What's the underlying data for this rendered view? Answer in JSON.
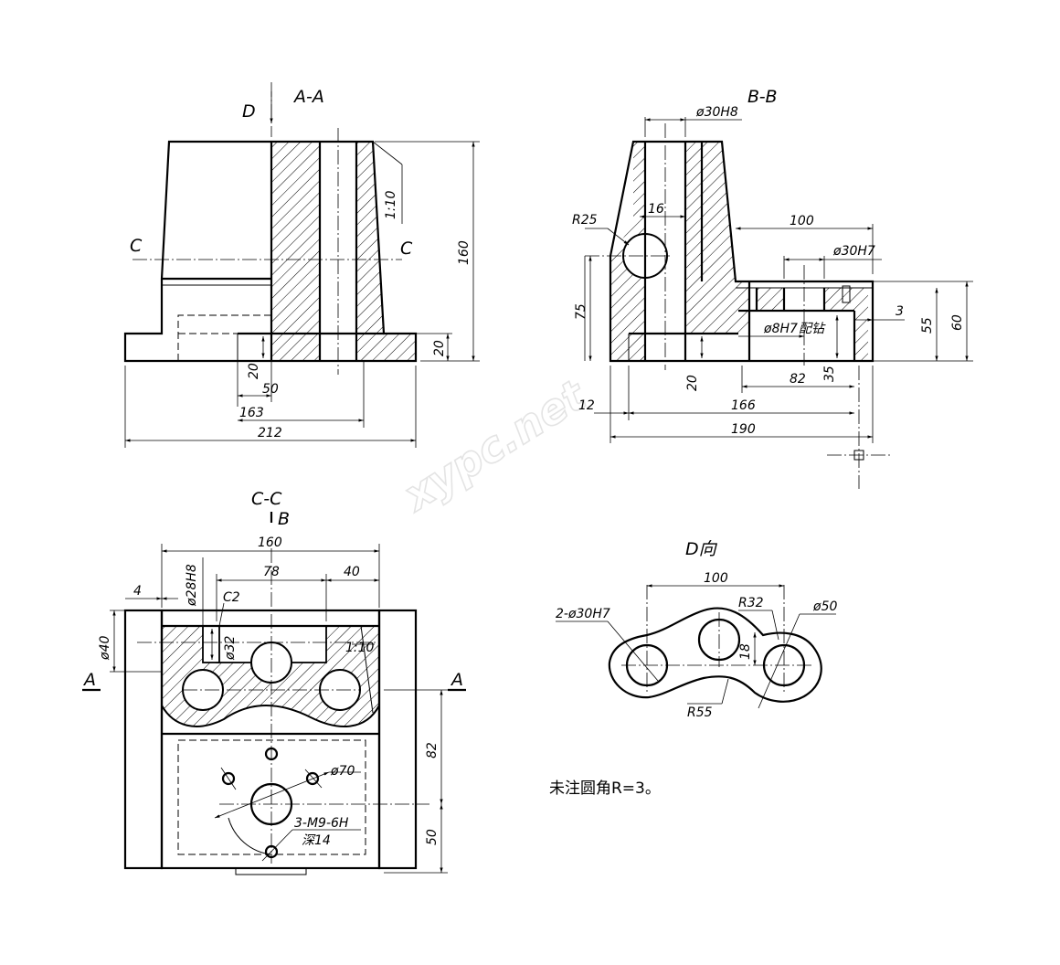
{
  "views": {
    "aa": {
      "title": "A-A",
      "arrow_label": "D",
      "section_label": "C"
    },
    "bb": {
      "title": "B-B"
    },
    "cc": {
      "title": "C-C",
      "arrow_label": "B",
      "section_label": "A"
    },
    "dview": {
      "title": "D向"
    }
  },
  "dims": {
    "aa": {
      "taper": "1:10",
      "height": "160",
      "base_h": "20",
      "wall": "20",
      "d50": "50",
      "d163": "163",
      "d212": "212"
    },
    "bb": {
      "bore": "ø30H8",
      "r25": "R25",
      "d16": "16",
      "d100": "100",
      "bore2": "ø30H7",
      "d75": "75",
      "pin": "ø8H7",
      "pin_note": "配钻",
      "d3": "3",
      "d55": "55",
      "d60": "60",
      "d20": "20",
      "d82": "82",
      "d35": "35",
      "d12": "12",
      "d166": "166",
      "d190": "190"
    },
    "cc": {
      "d160": "160",
      "d78": "78",
      "d40": "40",
      "d4": "4",
      "bore": "ø28H8",
      "chamfer": "C2",
      "d40v": "ø40",
      "d32": "ø32",
      "taper": "1:10",
      "d82": "82",
      "d50": "50",
      "d70": "ø70",
      "thread": "3-M9-6H",
      "depth": "深14"
    },
    "dview": {
      "d100": "100",
      "holes": "2-ø30H7",
      "r32": "R32",
      "d50": "ø50",
      "d18": "18",
      "r55": "R55"
    }
  },
  "note": "未注圆角R=3。",
  "watermark": "xypc.net"
}
